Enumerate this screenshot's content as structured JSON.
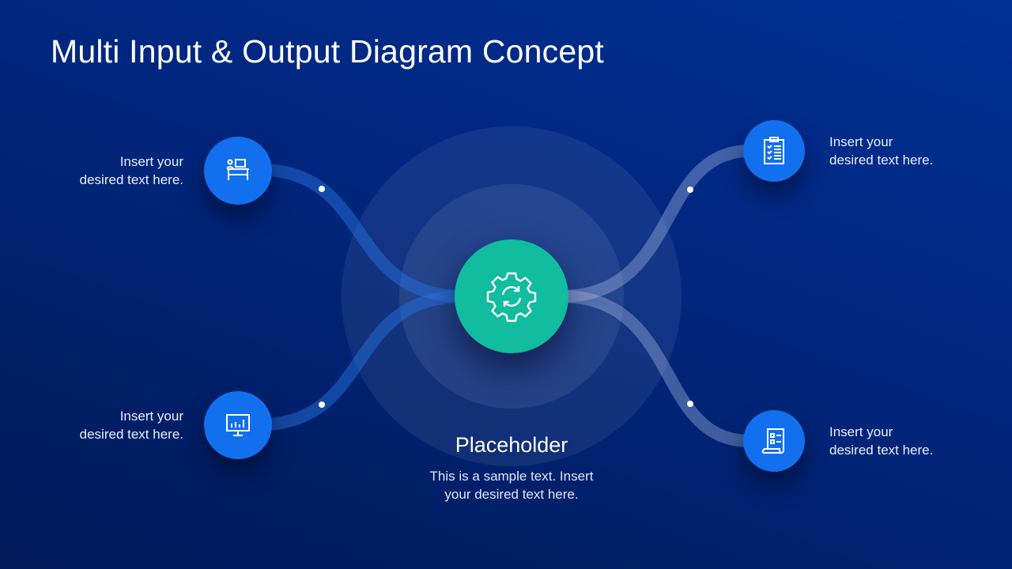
{
  "title": "Multi Input & Output Diagram Concept",
  "inputs": [
    {
      "text_line1": "Insert your",
      "text_line2": "desired text here.",
      "icon": "desk-workstation-icon"
    },
    {
      "text_line1": "Insert your",
      "text_line2": "desired text here.",
      "icon": "presentation-chart-icon"
    }
  ],
  "outputs": [
    {
      "text_line1": "Insert your",
      "text_line2": "desired text here.",
      "icon": "clipboard-checklist-icon"
    },
    {
      "text_line1": "Insert your",
      "text_line2": "desired text here.",
      "icon": "document-list-icon"
    }
  ],
  "center": {
    "icon": "gear-refresh-icon",
    "title": "Placeholder",
    "text_line1": "This is a sample text. Insert",
    "text_line2": "your desired text here."
  },
  "colors": {
    "node": "#1270ee",
    "center": "#12bc9f",
    "background": "#00267d"
  }
}
